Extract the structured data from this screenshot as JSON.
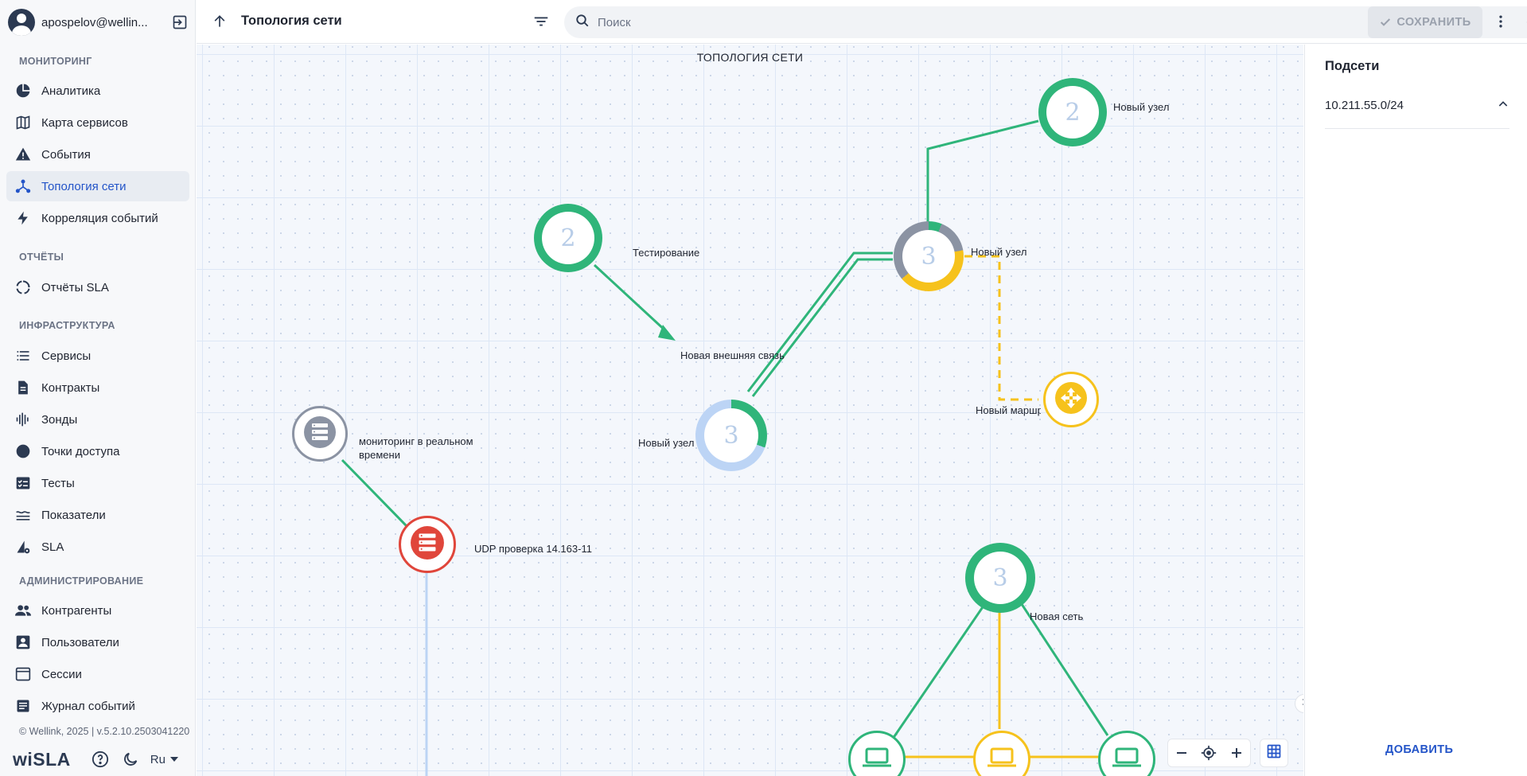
{
  "user": {
    "name": "apospelov@wellin..."
  },
  "sidebar": {
    "sections": [
      {
        "title": "МОНИТОРИНГ",
        "items": [
          {
            "label": "Аналитика",
            "icon": "pie-chart-icon"
          },
          {
            "label": "Карта сервисов",
            "icon": "map-icon"
          },
          {
            "label": "События",
            "icon": "warning-icon"
          },
          {
            "label": "Топология сети",
            "icon": "topology-icon",
            "active": true
          },
          {
            "label": "Корреляция событий",
            "icon": "lightning-icon"
          }
        ]
      },
      {
        "title": "ОТЧЁТЫ",
        "items": [
          {
            "label": "Отчёты SLA",
            "icon": "report-icon"
          }
        ]
      },
      {
        "title": "ИНФРАСТРУКТУРА",
        "items": [
          {
            "label": "Сервисы",
            "icon": "list-icon"
          },
          {
            "label": "Контракты",
            "icon": "document-icon"
          },
          {
            "label": "Зонды",
            "icon": "probe-icon"
          },
          {
            "label": "Точки доступа",
            "icon": "circle-icon"
          },
          {
            "label": "Тесты",
            "icon": "tests-icon"
          },
          {
            "label": "Показатели",
            "icon": "metrics-icon"
          },
          {
            "label": "SLA",
            "icon": "sla-icon"
          }
        ]
      },
      {
        "title": "АДМИНИСТРИРОВАНИЕ",
        "items": [
          {
            "label": "Контрагенты",
            "icon": "people-icon"
          },
          {
            "label": "Пользователи",
            "icon": "user-card-icon"
          },
          {
            "label": "Сессии",
            "icon": "window-icon"
          },
          {
            "label": "Журнал событий",
            "icon": "journal-icon"
          }
        ]
      }
    ],
    "copyright": "© Wellink, 2025 | v.5.2.10.2503041220",
    "logo": "wiSLA",
    "language": "Ru"
  },
  "header": {
    "title": "Топология сети",
    "search_placeholder": "Поиск",
    "save_label": "СОХРАНИТЬ"
  },
  "canvas": {
    "title": "ТОПОЛОГИЯ СЕТИ",
    "nodes": [
      {
        "id": "n1",
        "num": "2",
        "label": "Новый узел"
      },
      {
        "id": "n2",
        "num": "2",
        "label": "Тестирование"
      },
      {
        "id": "n3",
        "num": "3",
        "label": "Новый узел"
      },
      {
        "id": "n4",
        "num": "",
        "label": "Новая внешняя связь"
      },
      {
        "id": "n5",
        "num": "3",
        "label": "Новый узел"
      },
      {
        "id": "n6",
        "num": "",
        "label": "Новый маршрутизатор"
      },
      {
        "id": "n7",
        "num": "",
        "label": "мониторинг в реальном времени"
      },
      {
        "id": "n8",
        "num": "",
        "label": "UDP проверка 14.163-11"
      },
      {
        "id": "n9",
        "num": "3",
        "label": "Новая сеть"
      }
    ]
  },
  "colors": {
    "green": "#2fb57a",
    "yellow": "#f6c21c",
    "red": "#e0463b",
    "gray": "#8b93a3",
    "lightblue": "#bcd4f5",
    "accent": "#2354c8"
  },
  "panel": {
    "title": "Подсети",
    "subnets": [
      "10.211.55.0/24"
    ],
    "add_label": "ДОБАВИТЬ"
  }
}
